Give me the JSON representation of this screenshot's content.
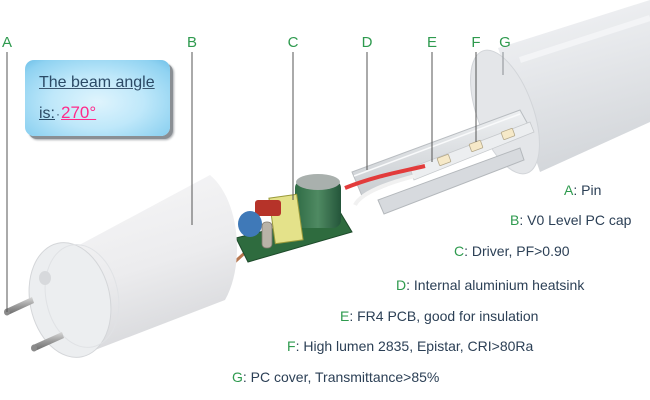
{
  "callouts": {
    "letters": [
      {
        "key": "A",
        "label": "A"
      },
      {
        "key": "B",
        "label": "B"
      },
      {
        "key": "C",
        "label": "C"
      },
      {
        "key": "D",
        "label": "D"
      },
      {
        "key": "E",
        "label": "E"
      },
      {
        "key": "F",
        "label": "F"
      },
      {
        "key": "G",
        "label": "G"
      }
    ]
  },
  "info_box": {
    "line1": "The beam angle",
    "prefix": "is:",
    "dot": "·",
    "value": "270°"
  },
  "legend": [
    {
      "key": "A",
      "sep": ":",
      "text": " Pin"
    },
    {
      "key": "B",
      "sep": ":",
      "text": " V0 Level PC cap"
    },
    {
      "key": "C",
      "sep": ":",
      "text": " Driver, PF>0.90"
    },
    {
      "key": "D",
      "sep": ":",
      "text": " Internal aluminium heatsink"
    },
    {
      "key": "E",
      "sep": ":",
      "text": " FR4 PCB, good for insulation"
    },
    {
      "key": "F",
      "sep": ":",
      "text": " High lumen 2835, Epistar, CRI>80Ra"
    },
    {
      "key": "G",
      "sep": ":",
      "text": " PC cover, Transmittance>85%"
    }
  ],
  "colors": {
    "letter_green": "#2e9a4e",
    "text_dark": "#2b3f55",
    "angle_pink": "#ff2a8a",
    "box_blue": "#8fd2f1"
  }
}
